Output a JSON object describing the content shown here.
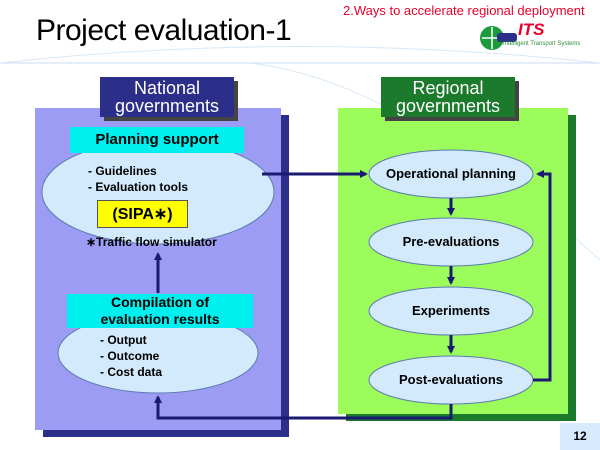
{
  "header": {
    "section_ref": "2.Ways to accelerate regional deployment",
    "title": "Project evaluation-1",
    "logo_text": "ITS",
    "logo_subtext": "Intelligent Transport Systems"
  },
  "national": {
    "title_line1": "National",
    "title_line2": "governments",
    "planning_support": "Planning support",
    "planning_items": [
      "- Guidelines",
      "- Evaluation tools"
    ],
    "sipa": "(SIPA∗)",
    "sipa_note": "∗Traffic flow simulator",
    "compilation_line1": "Compilation of",
    "compilation_line2": "evaluation results",
    "results_items": [
      "- Output",
      "- Outcome",
      "- Cost data"
    ]
  },
  "regional": {
    "title_line1": "Regional",
    "title_line2": "governments",
    "steps": [
      "Operational planning",
      "Pre-evaluations",
      "Experiments",
      "Post-evaluations"
    ]
  },
  "page_number": "12",
  "colors": {
    "national_panel": "#9c9cf4",
    "regional_panel": "#9cfc5c",
    "national_title_bg": "#2b2f8a",
    "regional_title_bg": "#1c7a2c",
    "label_cyan": "#00f0f0",
    "ellipse_fill": "#d2eafb",
    "arrow": "#1a1a70",
    "sipa_bg": "#ffff00",
    "accent_red": "#e8002a"
  }
}
